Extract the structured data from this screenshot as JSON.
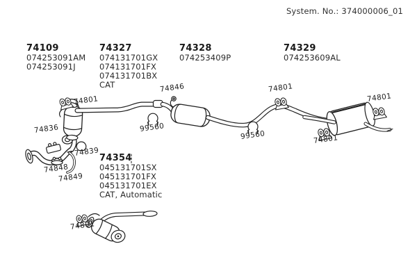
{
  "header": {
    "system_no": "System. No.: 374000006_01"
  },
  "part_groups": [
    {
      "id": "74109",
      "lines": [
        "074253091AM",
        "074253091J"
      ],
      "note": ""
    },
    {
      "id": "74327",
      "lines": [
        "074131701GX",
        "074131701FX",
        "074131701BX"
      ],
      "note": "CAT"
    },
    {
      "id": "74328",
      "lines": [
        "074253409P"
      ],
      "note": ""
    },
    {
      "id": "74329",
      "lines": [
        "074253609AL"
      ],
      "note": ""
    },
    {
      "id": "74354",
      "lines": [
        "045131701SX",
        "045131701FX",
        "045131701EX"
      ],
      "note": "CAT, Automatic"
    }
  ],
  "callouts": [
    {
      "part": "74801",
      "target": "front-cat-hanger"
    },
    {
      "part": "74846",
      "target": "center-pipe-hanger"
    },
    {
      "part": "74801",
      "target": "intermediate-pipe-hanger"
    },
    {
      "part": "74801",
      "target": "tailpipe-hanger"
    },
    {
      "part": "74836",
      "target": "front-pipe-mounting-kit"
    },
    {
      "part": "99560",
      "target": "pipe-clamp-front"
    },
    {
      "part": "99560",
      "target": "pipe-clamp-rear"
    },
    {
      "part": "74801",
      "target": "rear-muffler-hanger"
    },
    {
      "part": "74839",
      "target": "gasket"
    },
    {
      "part": "74848",
      "target": "clamp"
    },
    {
      "part": "74849",
      "target": "bracket"
    },
    {
      "part": "74801",
      "target": "variant-cat-hanger"
    }
  ],
  "diagram": {
    "main_components": [
      "front-pipe",
      "catalytic-converter",
      "intermediate-pipe",
      "middle-muffler",
      "rear-pipe",
      "rear-muffler",
      "tailpipe",
      "cat-automatic-variant"
    ]
  },
  "colors": {
    "background": "#ffffff",
    "line_art": "#1f1f1f",
    "text": "#262626"
  }
}
